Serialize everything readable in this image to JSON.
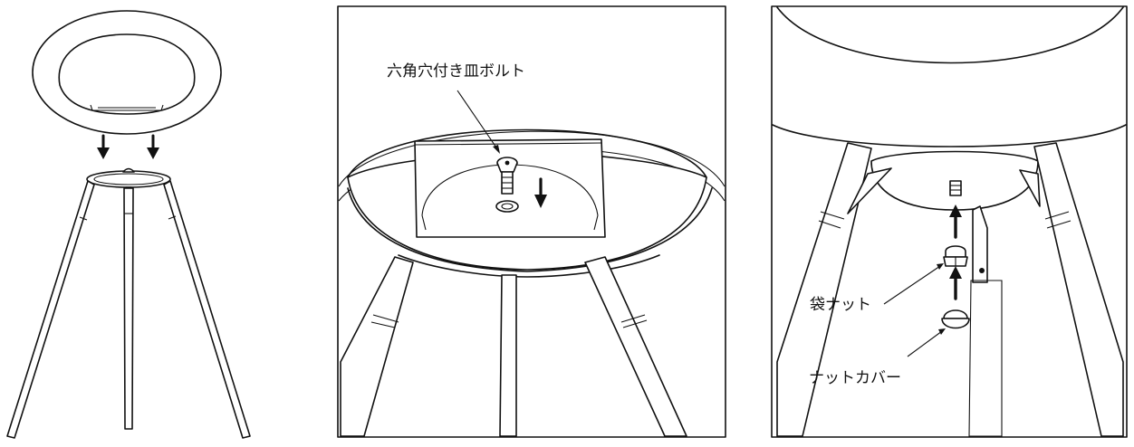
{
  "labels": {
    "countersunk_bolt": "六角穴付き皿ボルト",
    "cap_nut": "袋ナット",
    "nut_cover": "ナットカバー"
  },
  "colors": {
    "line": "#111111",
    "background": "#ffffff"
  }
}
